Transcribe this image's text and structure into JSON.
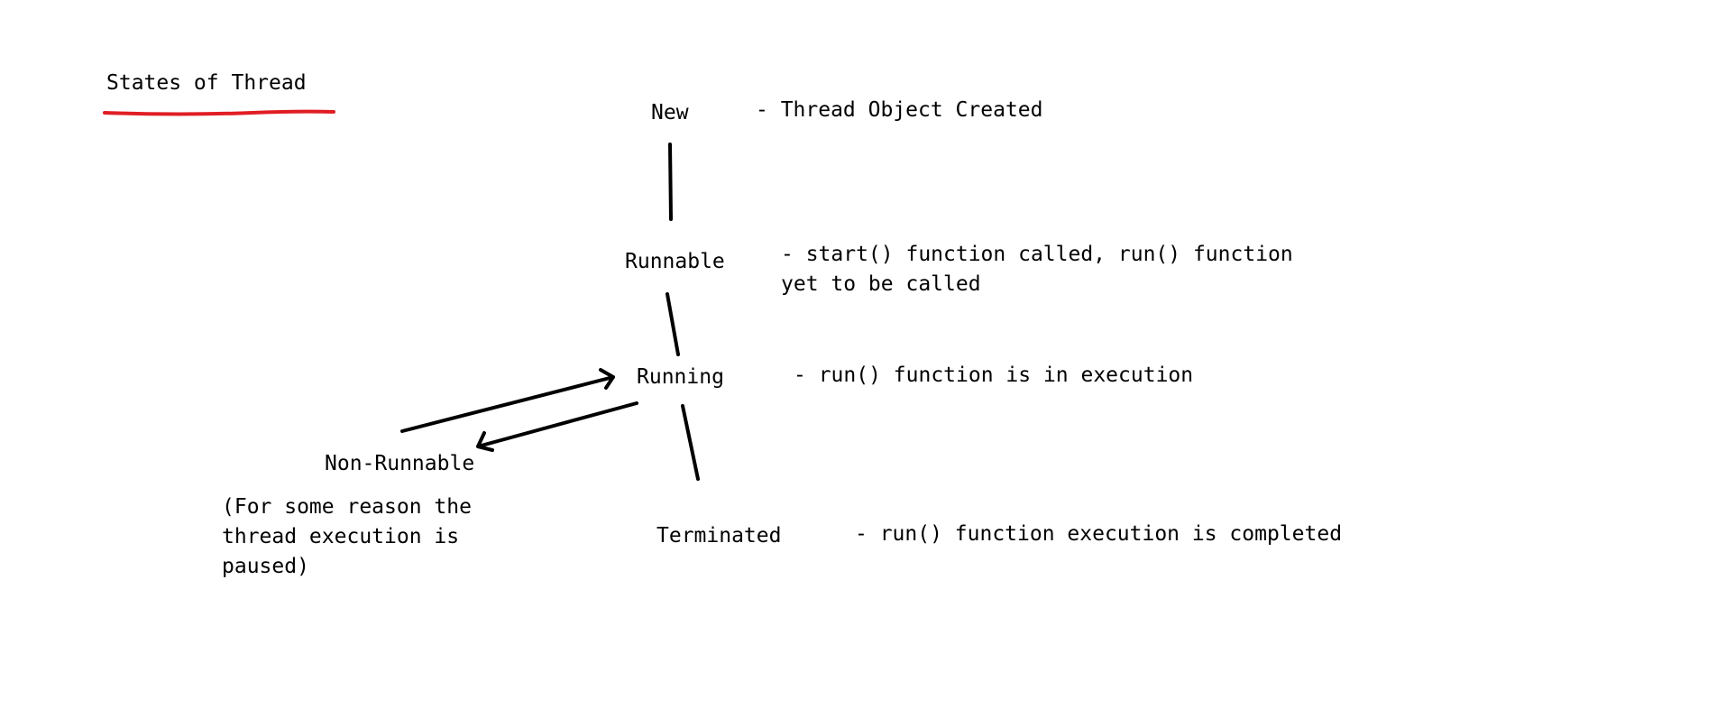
{
  "diagram": {
    "title": "States of Thread",
    "colors": {
      "ink": "#000000",
      "underline": "#e11d24"
    },
    "states": {
      "new": {
        "label": "New",
        "description": "- Thread Object Created"
      },
      "runnable": {
        "label": "Runnable",
        "description": "- start() function called, run() function\nyet to be called"
      },
      "running": {
        "label": "Running",
        "description": "- run() function is in execution"
      },
      "non_runnable": {
        "label": "Non-Runnable",
        "description": "(For some reason the\nthread execution is\npaused)"
      },
      "terminated": {
        "label": "Terminated",
        "description": "- run() function execution is completed"
      }
    }
  }
}
